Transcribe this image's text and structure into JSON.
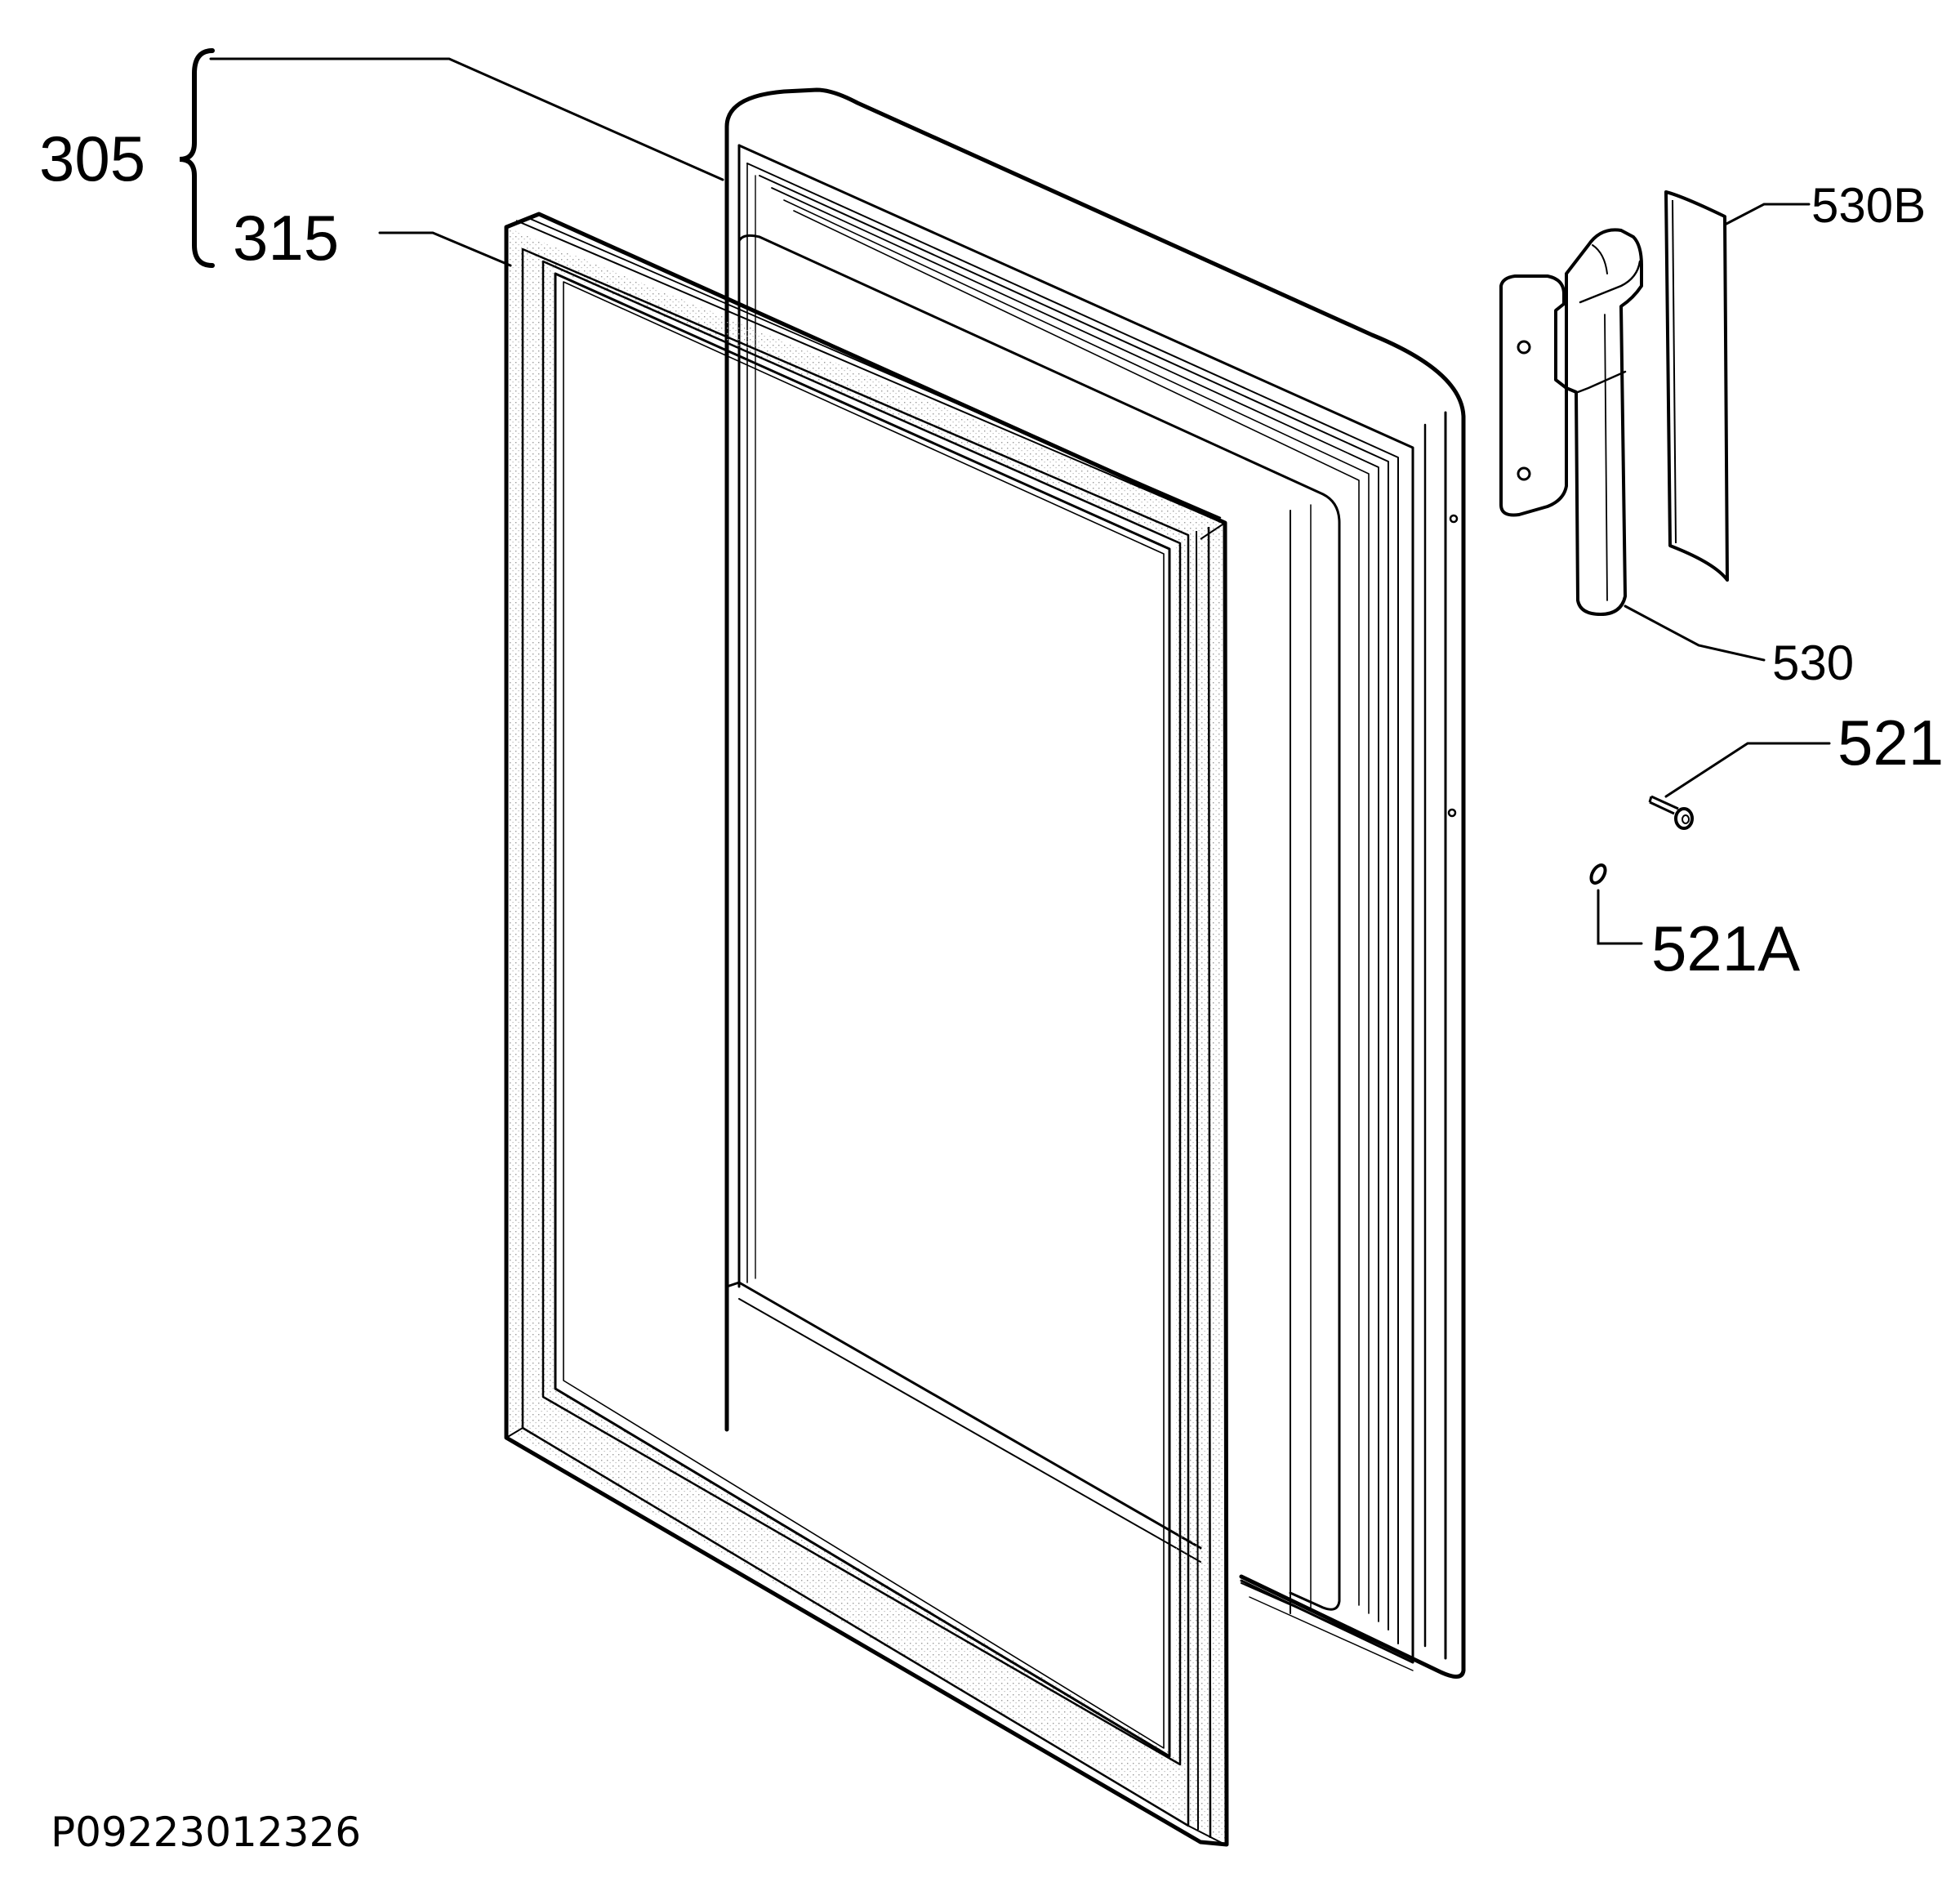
{
  "diagram": {
    "part_labels": {
      "p305": "305",
      "p315": "315",
      "p530b": "530B",
      "p530": "530",
      "p521": "521",
      "p521a": "521A"
    },
    "document_id": "P09223012326"
  },
  "colors": {
    "line": "#000000",
    "background": "#ffffff",
    "texture": "#9a9a9a"
  }
}
